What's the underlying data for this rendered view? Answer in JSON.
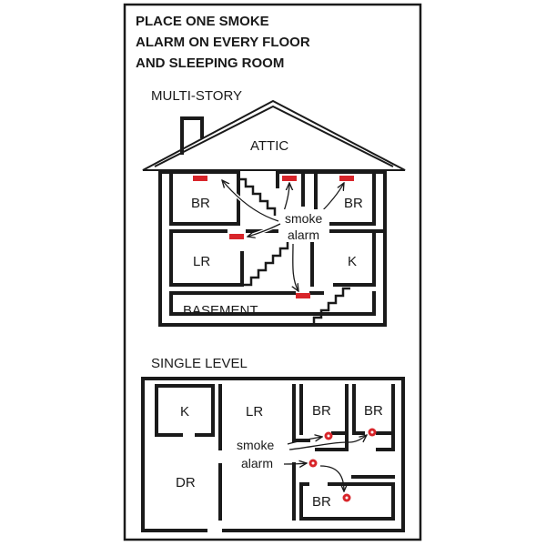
{
  "title": {
    "line1": "PLACE ONE SMOKE",
    "line2": "ALARM ON EVERY FLOOR",
    "line3": "AND SLEEPING ROOM"
  },
  "multi_story": {
    "heading": "MULTI-STORY",
    "rooms": {
      "attic": "ATTIC",
      "br_left": "BR",
      "br_right": "BR",
      "lr": "LR",
      "k": "K",
      "basement": "BASEMENT"
    },
    "callout": {
      "line1": "smoke",
      "line2": "alarm"
    },
    "alarm_color": "#d8252a"
  },
  "single_level": {
    "heading": "SINGLE LEVEL",
    "rooms": {
      "k": "K",
      "lr": "LR",
      "br1": "BR",
      "br2": "BR",
      "dr": "DR",
      "br3": "BR"
    },
    "callout": {
      "line1": "smoke",
      "line2": "alarm"
    },
    "alarm_color": "#d8252a"
  }
}
